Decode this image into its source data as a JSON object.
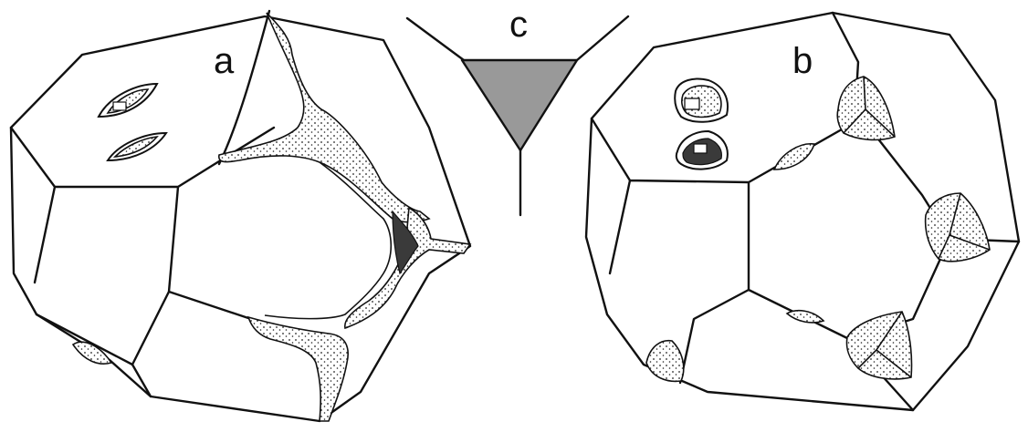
{
  "figure": {
    "labels": {
      "a": "a",
      "b": "b",
      "c": "c"
    },
    "colors": {
      "line": "#111111",
      "triangle_fill": "#999999",
      "background": "#ffffff"
    }
  }
}
